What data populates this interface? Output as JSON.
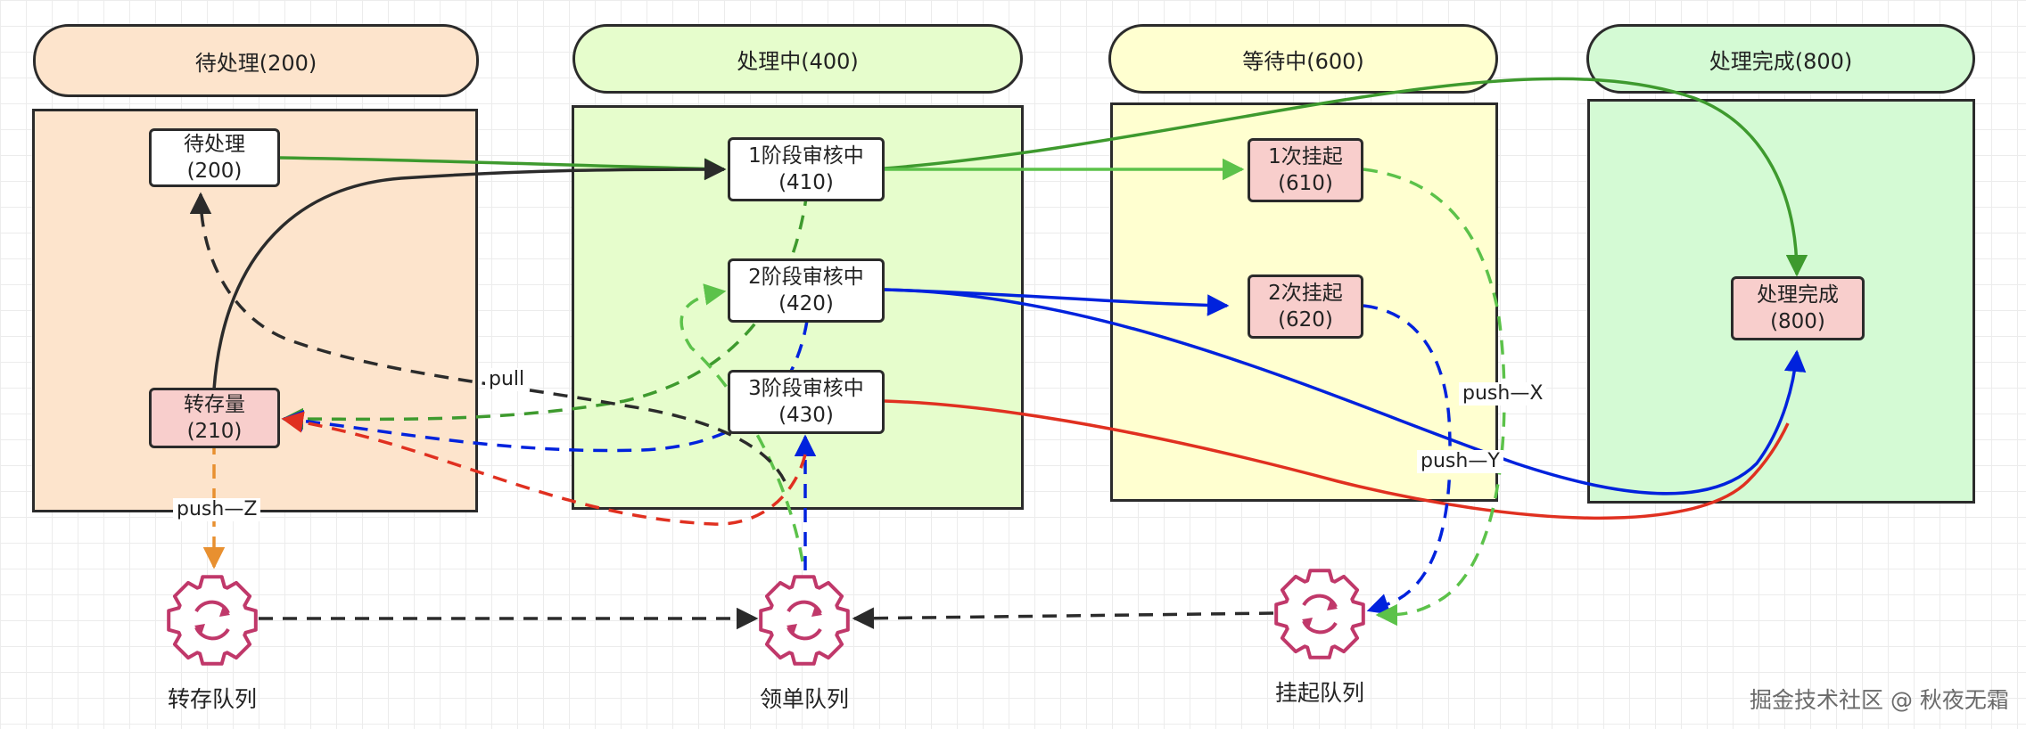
{
  "colors": {
    "col_pending": "#fde4cc",
    "col_processing": "#e6fdcc",
    "col_waiting": "#ffffd0",
    "col_done": "#d4fad4",
    "node_red": "#f8cecc",
    "green": "#3e9a2e",
    "light_green": "#5cc24a",
    "blue": "#0022dd",
    "red": "#e03020",
    "orange": "#e89030",
    "black": "#2b2b2b",
    "gear": "#c0386a"
  },
  "columns": [
    {
      "title": "待处理(200)"
    },
    {
      "title": "处理中(400)"
    },
    {
      "title": "等待中(600)"
    },
    {
      "title": "处理完成(800)"
    }
  ],
  "nodes": {
    "n200": {
      "name": "待处理",
      "code": "(200)"
    },
    "n210": {
      "name": "转存量",
      "code": "(210)"
    },
    "n410": {
      "name": "1阶段审核中",
      "code": "(410)"
    },
    "n420": {
      "name": "2阶段审核中",
      "code": "(420)"
    },
    "n430": {
      "name": "3阶段审核中",
      "code": "(430)"
    },
    "n610": {
      "name": "1次挂起",
      "code": "(610)"
    },
    "n620": {
      "name": "2次挂起",
      "code": "(620)"
    },
    "n800": {
      "name": "处理完成",
      "code": "(800)"
    }
  },
  "queues": {
    "transfer": {
      "label": "转存队列",
      "icon": "gear-sync-icon"
    },
    "claim": {
      "label": "领单队列",
      "icon": "gear-sync-icon"
    },
    "suspend": {
      "label": "挂起队列",
      "icon": "gear-sync-icon"
    }
  },
  "edge_labels": {
    "pull": "pull",
    "push_x": "push—X",
    "push_y": "push—Y",
    "push_z": "push—Z"
  },
  "watermark": "掘金技术社区 @ 秋夜无霜"
}
